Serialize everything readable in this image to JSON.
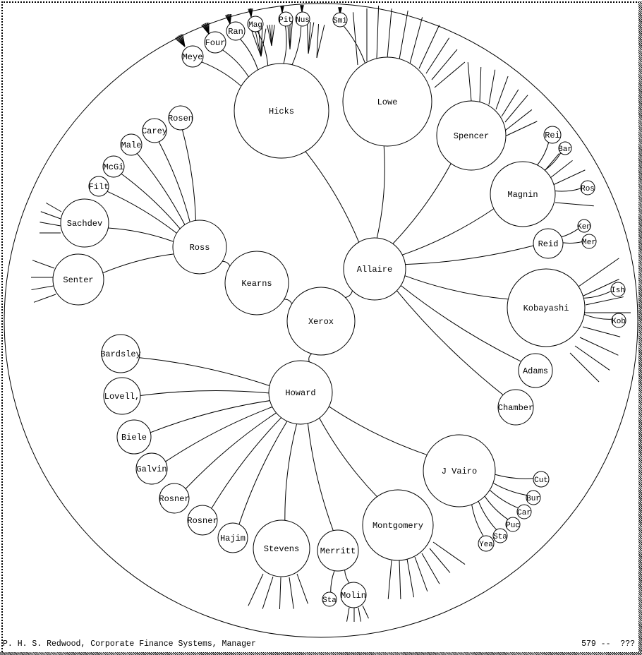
{
  "status_bar": {
    "selected_person": "P. H. S. Redwood, Corporate Finance Systems, Manager",
    "count_text": "579 --  ???"
  },
  "tree": {
    "root": "Xerox",
    "nodes": [
      {
        "id": "xerox",
        "label": "Xerox",
        "parent": null
      },
      {
        "id": "allaire",
        "label": "Allaire",
        "parent": "xerox"
      },
      {
        "id": "kearns",
        "label": "Kearns",
        "parent": "xerox"
      },
      {
        "id": "howard",
        "label": "Howard",
        "parent": "xerox"
      },
      {
        "id": "ross",
        "label": "Ross",
        "parent": "kearns"
      },
      {
        "id": "hicks",
        "label": "Hicks",
        "parent": "allaire"
      },
      {
        "id": "lowe",
        "label": "Lowe",
        "parent": "allaire"
      },
      {
        "id": "spencer",
        "label": "Spencer",
        "parent": "allaire"
      },
      {
        "id": "magnin",
        "label": "Magnin",
        "parent": "allaire"
      },
      {
        "id": "reid",
        "label": "Reid",
        "parent": "allaire"
      },
      {
        "id": "kobayashi",
        "label": "Kobayashi",
        "parent": "allaire"
      },
      {
        "id": "adams",
        "label": "Adams",
        "parent": "allaire"
      },
      {
        "id": "chamber",
        "label": "Chamber",
        "parent": "allaire"
      },
      {
        "id": "sachdev",
        "label": "Sachdev",
        "parent": "ross"
      },
      {
        "id": "senter",
        "label": "Senter",
        "parent": "ross"
      },
      {
        "id": "filt",
        "label": "Filt",
        "parent": "ross"
      },
      {
        "id": "mcgi",
        "label": "McGi",
        "parent": "ross"
      },
      {
        "id": "male",
        "label": "Male",
        "parent": "ross"
      },
      {
        "id": "carey",
        "label": "Carey",
        "parent": "ross"
      },
      {
        "id": "rosen",
        "label": "Rosen",
        "parent": "ross"
      },
      {
        "id": "meye",
        "label": "Meye",
        "parent": "hicks"
      },
      {
        "id": "four",
        "label": "Four",
        "parent": "hicks"
      },
      {
        "id": "ran",
        "label": "Ran",
        "parent": "hicks"
      },
      {
        "id": "mag",
        "label": "Mag",
        "parent": "hicks"
      },
      {
        "id": "pit",
        "label": "Pit",
        "parent": "hicks"
      },
      {
        "id": "nus",
        "label": "Nus",
        "parent": "hicks"
      },
      {
        "id": "smi",
        "label": "Smi",
        "parent": "lowe"
      },
      {
        "id": "rei",
        "label": "Rei",
        "parent": "magnin"
      },
      {
        "id": "bar",
        "label": "Bar",
        "parent": "magnin"
      },
      {
        "id": "ros",
        "label": "Ros",
        "parent": "magnin"
      },
      {
        "id": "ken",
        "label": "Ken",
        "parent": "reid"
      },
      {
        "id": "mer",
        "label": "Mer",
        "parent": "reid"
      },
      {
        "id": "ish",
        "label": "Ish",
        "parent": "kobayashi"
      },
      {
        "id": "kob",
        "label": "Kob",
        "parent": "kobayashi"
      },
      {
        "id": "bardsley",
        "label": "Bardsley",
        "parent": "howard"
      },
      {
        "id": "lovell",
        "label": "Lovell,",
        "parent": "howard"
      },
      {
        "id": "biele",
        "label": "Biele",
        "parent": "howard"
      },
      {
        "id": "galvin",
        "label": "Galvin",
        "parent": "howard"
      },
      {
        "id": "rosner1",
        "label": "Rosner",
        "parent": "howard"
      },
      {
        "id": "rosner2",
        "label": "Rosner",
        "parent": "howard"
      },
      {
        "id": "hajim",
        "label": "Hajim",
        "parent": "howard"
      },
      {
        "id": "stevens",
        "label": "Stevens",
        "parent": "howard"
      },
      {
        "id": "merritt",
        "label": "Merritt",
        "parent": "howard"
      },
      {
        "id": "montgomery",
        "label": "Montgomery",
        "parent": "howard"
      },
      {
        "id": "jvairo",
        "label": "J Vairo",
        "parent": "howard"
      },
      {
        "id": "sta1",
        "label": "Sta",
        "parent": "merritt"
      },
      {
        "id": "molin",
        "label": "Molin",
        "parent": "merritt"
      },
      {
        "id": "cut",
        "label": "Cut",
        "parent": "jvairo"
      },
      {
        "id": "bur",
        "label": "Bur",
        "parent": "jvairo"
      },
      {
        "id": "car",
        "label": "Car",
        "parent": "jvairo"
      },
      {
        "id": "puc",
        "label": "Puc",
        "parent": "jvairo"
      },
      {
        "id": "sta2",
        "label": "Sta",
        "parent": "jvairo"
      },
      {
        "id": "yea",
        "label": "Yea",
        "parent": "jvairo"
      }
    ]
  }
}
